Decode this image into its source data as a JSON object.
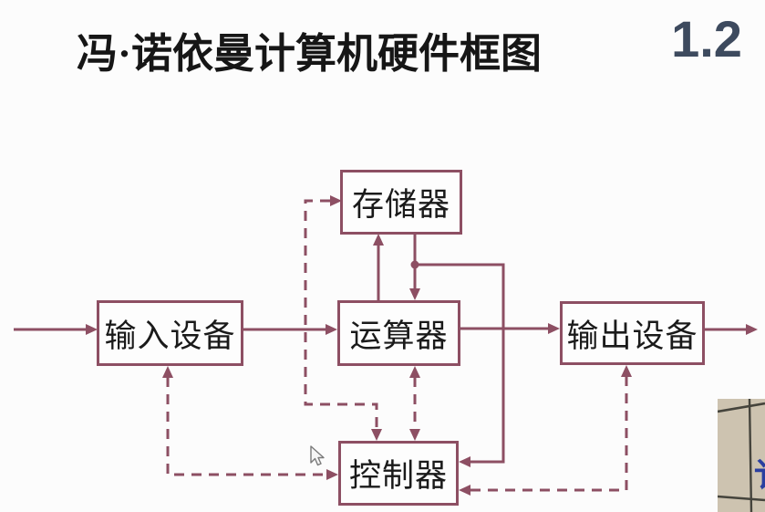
{
  "page": {
    "background_color": "#fcfcfc"
  },
  "header": {
    "title": "冯·诺依曼计算机硬件框图",
    "title_color": "#161616",
    "section_number": "1.2",
    "section_color": "#3d4a5e"
  },
  "diagram": {
    "accent_color": "#8d4f63",
    "boxes": {
      "memory": {
        "label": "存储器"
      },
      "input": {
        "label": "输入设备"
      },
      "alu": {
        "label": "运算器"
      },
      "output": {
        "label": "输出设备"
      },
      "control": {
        "label": "控制器"
      }
    },
    "edges": [
      {
        "from": "external-left",
        "to": "input",
        "style": "solid"
      },
      {
        "from": "input",
        "to": "alu",
        "style": "solid"
      },
      {
        "from": "alu",
        "to": "memory",
        "style": "solid"
      },
      {
        "from": "memory",
        "to": "alu",
        "style": "solid"
      },
      {
        "from": "memory",
        "to": "control",
        "style": "solid"
      },
      {
        "from": "alu",
        "to": "output",
        "style": "solid"
      },
      {
        "from": "output",
        "to": "external-right",
        "style": "solid"
      },
      {
        "between": [
          "control",
          "memory"
        ],
        "style": "dashed",
        "arrows": "both"
      },
      {
        "between": [
          "alu",
          "control"
        ],
        "style": "dashed",
        "arrows": "both"
      },
      {
        "between": [
          "control",
          "input"
        ],
        "style": "dashed",
        "arrows": "both"
      },
      {
        "between": [
          "control",
          "output"
        ],
        "style": "dashed",
        "arrows": "both"
      }
    ]
  },
  "video_overlay": {
    "partial_char": "讠",
    "background_color": "#cdc3b0"
  }
}
